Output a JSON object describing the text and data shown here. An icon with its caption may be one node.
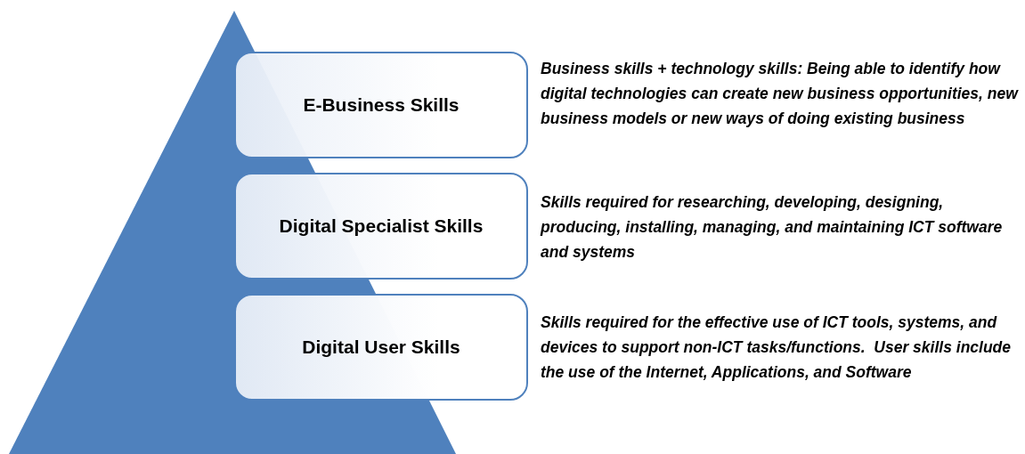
{
  "diagram": {
    "nodes": [
      {
        "text": [
          "E-Business Skills"
        ],
        "beside": [
          "Business skills + technology skills: Being able to identify how digital technologies can create new business opportunities, new business models or new ways of doing existing business"
        ]
      },
      {
        "text": [
          "Digital Specialist Skills"
        ],
        "beside": [
          "Skills required for researching, developing, designing, producing, installing, managing, and maintaining ICT software and systems"
        ]
      },
      {
        "text": [
          "Digital User Skills"
        ],
        "beside": [
          "Skills required for the effective use of ICT tools, systems, and devices to support non-ICT tasks/functions.  User skills include the use of the Internet, Applications, and Software"
        ]
      }
    ]
  }
}
